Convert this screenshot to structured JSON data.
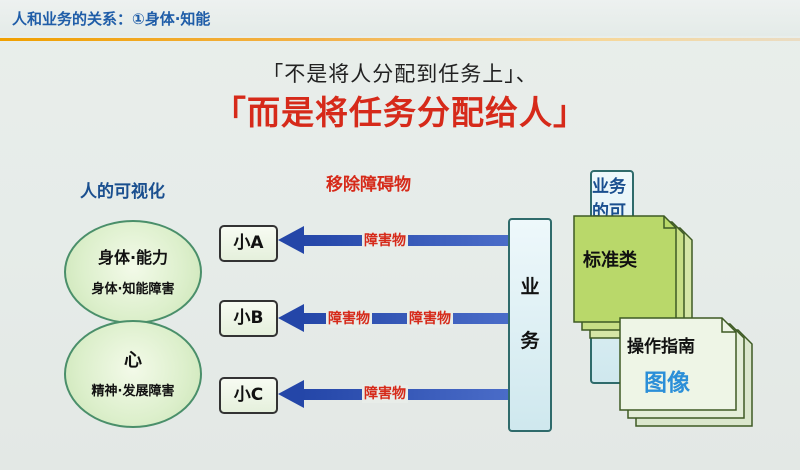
{
  "header": {
    "title": "人和业务的关系：①身体·知能"
  },
  "headline": {
    "line1": "「不是将人分配到任务上」、",
    "line2": "「而是将任务分配给人」"
  },
  "columns": {
    "people": "人的可视化",
    "remove": "移除障碍物",
    "work": "业务的可视化"
  },
  "circles": [
    {
      "title": "身体·能力",
      "sub": "身体·知能障害"
    },
    {
      "title": "心",
      "sub": "精神·发展障害"
    }
  ],
  "persons": [
    "小A",
    "小B",
    "小C"
  ],
  "obstacle_label": "障害物",
  "work_box": {
    "line1": "业",
    "line2": "务"
  },
  "docs": {
    "standard": "标准类",
    "manual": "操作指南",
    "image": "图像"
  },
  "colors": {
    "accent_red": "#d62a1a",
    "title_blue": "#1f5da8",
    "arrow_blue": "#2f52b8",
    "image_blue": "#2b8fd8"
  }
}
